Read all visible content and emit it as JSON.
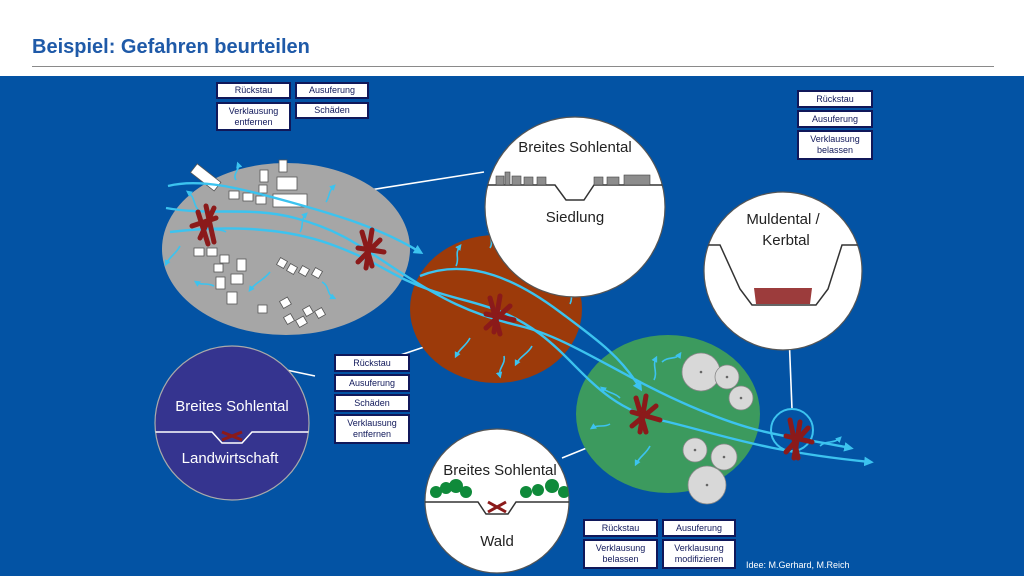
{
  "slide": {
    "title": "Beispiel: Gefahren beurteilen",
    "credit": "Idee:  M.Gerhard, M.Reich"
  },
  "colors": {
    "background": "#0353a4",
    "title": "#1f5aa8",
    "settlement_area": "#a6a6a6",
    "meadow_area": "#9c3a0a",
    "forest_area": "#3c9a5e",
    "agriculture_circle": "#35348f",
    "stream": "#3cc3ef",
    "debris": "#8b1a1a",
    "label_border": "#10185a"
  },
  "callouts": {
    "siedlung": {
      "heading": "Breites Sohlental",
      "caption": "Siedlung"
    },
    "mulde": {
      "heading": "Muldental /",
      "heading2": "Kerbtal"
    },
    "landwirtschaft": {
      "heading": "Breites Sohlental",
      "caption": "Landwirtschaft"
    },
    "wald": {
      "heading": "Breites Sohlental",
      "caption": "Wald"
    }
  },
  "tags": {
    "siedlung": {
      "rueckstau": "Rückstau",
      "ausuferung": "Ausuferung",
      "verklausung": "Verklausung entfernen",
      "schaeden": "Schäden"
    },
    "mulde": {
      "rueckstau": "Rückstau",
      "ausuferung": "Ausuferung",
      "verklausung": "Verklausung belassen"
    },
    "mitte": {
      "rueckstau": "Rückstau",
      "ausuferung": "Ausuferung",
      "schaeden": "Schäden",
      "verklausung": "Verklausung entfernen"
    },
    "unten": {
      "rueckstau": "Rückstau",
      "ausuferung": "Ausuferung",
      "belassen": "Verklausung belassen",
      "modifizieren": "Verklausung modifizieren"
    }
  }
}
